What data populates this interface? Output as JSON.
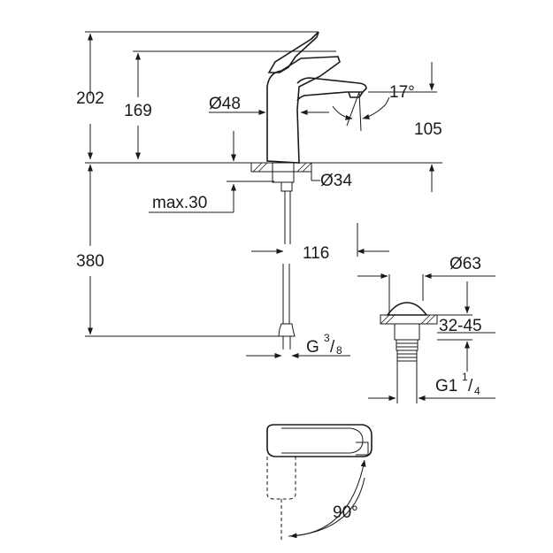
{
  "dimensions": {
    "total_height": "202",
    "spout_height": "169",
    "handle_diameter_prefix": "Ø",
    "handle_diameter": "48",
    "spout_angle": "17",
    "degree_symbol": "°",
    "reach": "105",
    "hole_diameter_prefix": "Ø",
    "hole_diameter": "34",
    "max_deck": "max.30",
    "hose_length": "380",
    "offset": "116",
    "hose_thread_prefix": "G",
    "hose_thread_num": "3",
    "hose_thread_den": "8",
    "waste_diameter_prefix": "Ø",
    "waste_diameter": "63",
    "waste_range": "32-45",
    "waste_thread_prefix": "G1",
    "waste_thread_num": "1",
    "waste_thread_den": "4",
    "rotation_angle": "90"
  }
}
